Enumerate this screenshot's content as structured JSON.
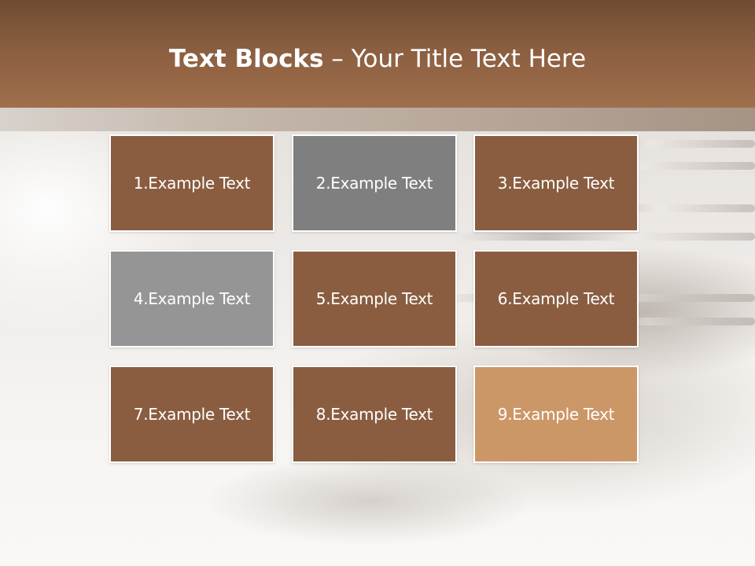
{
  "slide": {
    "title_bold": "Text Blocks",
    "title_dash": " – ",
    "title_rest": "Your Title Text Here"
  },
  "colors": {
    "header": "#8a5e40",
    "block_brown": "#8a5d40",
    "block_gray_dark": "#7f7f7f",
    "block_gray_light": "#959595",
    "block_tan": "#cc9767"
  },
  "blocks": [
    {
      "label": "1.Example Text",
      "color": "#8a5d40"
    },
    {
      "label": "2.Example Text",
      "color": "#7f7f7f"
    },
    {
      "label": "3.Example Text",
      "color": "#8a5d40"
    },
    {
      "label": "4.Example Text",
      "color": "#959595"
    },
    {
      "label": "5.Example Text",
      "color": "#8a5d40"
    },
    {
      "label": "6.Example Text",
      "color": "#8a5d40"
    },
    {
      "label": "7.Example Text",
      "color": "#8a5d40"
    },
    {
      "label": "8.Example Text",
      "color": "#8a5d40"
    },
    {
      "label": "9.Example Text",
      "color": "#cc9767"
    }
  ]
}
